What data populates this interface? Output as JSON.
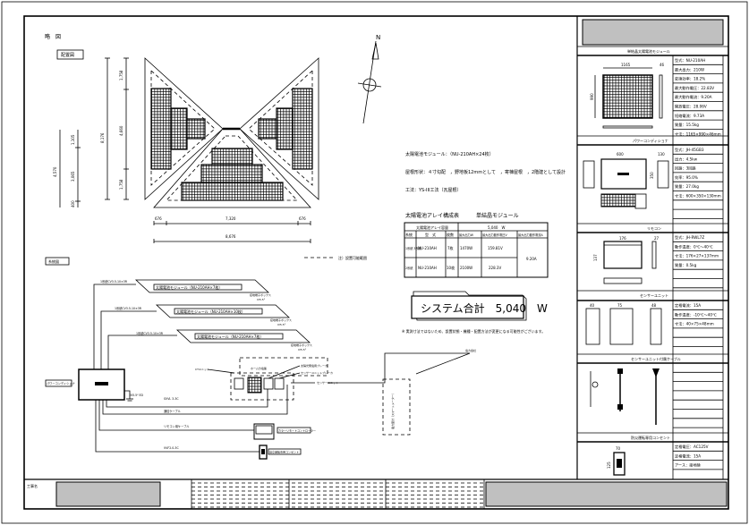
{
  "drawing": {
    "title": "略　図",
    "layout_label": "配置図",
    "wiring_label": "系統図",
    "north": "N",
    "dims": {
      "total_height": "8,176",
      "top": "1,758",
      "middle": "4,660",
      "bottom": "1,758",
      "left_total": "4,570",
      "left_top": "1,105",
      "left_mid": "3,065",
      "left_bottom": "400",
      "eave_left": "676",
      "ridge": "7,320",
      "eave_right": "676",
      "total_width": "8,676"
    },
    "legend_note": "注）設置可能範囲",
    "specs_text": [
      "太陽電池モジュール：（NU-210AH×24枚）",
      "屋根形状：４寸勾配　，野地板12mmとして　，寄棟屋根　，2階建として設計",
      "工法：YS-III工法（瓦屋根）"
    ],
    "table": {
      "title": "太陽電池アレイ構成表",
      "subtitle": "単結晶モジュール",
      "capacity_label": "太陽電池アレイ容量",
      "capacity_value": "5,040　W",
      "headers": [
        "系統",
        "型　式",
        "枚数",
        "最大出力W",
        "最大出力動作電圧V",
        "最大出力動作電流A"
      ],
      "rows": [
        {
          "system": "1系統 3系統",
          "model": "NU-210AH",
          "count": "7枚",
          "power": "1470W",
          "voltage": "159.81V"
        },
        {
          "system": "2系統",
          "model": "NU-210AH",
          "count": "10枚",
          "power": "2100W",
          "voltage": "228.3V"
        }
      ],
      "current": "9.20A"
    },
    "system_total": "システム合計　5,040　W",
    "footnote": "※ 実測寸法ではないため、設置状態・機種・配置方法が変更になる可能性がございます。",
    "wiring": {
      "pcs_label": "パワーコンディショナ",
      "strings": [
        {
          "cable": "1系統CV3.5-10×3R",
          "module": "太陽電池モジュール（NU-210AH×7枚）",
          "ground": "接地端子ボックス",
          "gcable": "IV5.5²"
        },
        {
          "cable": "1系統CV3.5-10×3R",
          "module": "太陽電池モジュール（NU-210AH×10枚）",
          "ground": "接地端子ボックス",
          "gcable": "IV5.5²"
        },
        {
          "cable": "1系統CV3.5-10×3R",
          "module": "太陽電池モジュール（NU-210AH×7枚）",
          "ground": "接地端子ボックス",
          "gcable": "IV5.5²"
        }
      ],
      "pcs_ground": "IV5.5² ED",
      "cable_dc": "SVVL 3-3C",
      "cable_signal": "通信ケーブル",
      "cable_remote": "リモコン用ケーブル",
      "cable_outlet": "VVF2.0-3C",
      "ct_unit": "CTユニット",
      "panel_label": "ホーム分電盤",
      "breaker_label": "太陽光発電用ブレーカ",
      "sensor_breaker": "センサーユニットブレーカ",
      "sensor_unit": "センサーユニット",
      "remote_label": "カラーリモートコントローラー",
      "outlet_label": "自立運転専用コンセント",
      "meter_label": "電力量計（スマートメーター）",
      "grid_label": "電力会社"
    }
  },
  "sidebar": {
    "sections": [
      {
        "title": "単結晶太陽電池モジュール",
        "dims": [
          "1165",
          "990",
          "46"
        ],
        "specs": [
          "型式：NU-210AH",
          "最大出力：210W",
          "変換効率：18.2%",
          "最大動作電圧：22.83V",
          "最大動作電流：9.20A",
          "開放電圧：28.06V",
          "短絡電流：9.73A",
          "質量：15.5kg",
          "寸法：1165×990×46mm"
        ]
      },
      {
        "title": "パワーコンディショナ",
        "dims": [
          "600",
          "130",
          "350"
        ],
        "specs": [
          "型式：JH-45GB3",
          "出力：4.5kw",
          "回路：3回路",
          "効率：95.0%",
          "質量：27.0kg",
          "寸法：600×350×130mm"
        ]
      },
      {
        "title": "リモコン",
        "dims": [
          "176",
          "27",
          "137"
        ],
        "specs": [
          "型式：JH-RWL7Z",
          "動作温度：0℃～40℃",
          "寸法：176×27×137mm",
          "質量：0.5kg"
        ]
      },
      {
        "title": "センサーユニット",
        "dims": [
          "40",
          "75",
          "48"
        ],
        "specs": [
          "定格電流：15A",
          "動作温度：-10℃～40℃",
          "寸法：40×75×48mm"
        ]
      },
      {
        "title": "センサーユニット付属ケーブル",
        "specs": []
      },
      {
        "title": "防災運転専用コンセント",
        "dims": [
          "70",
          "125"
        ],
        "specs": [
          "定格電圧：AC125V",
          "定格電流：15A",
          "アース：接地極"
        ]
      }
    ]
  },
  "titleblock": {
    "label": "工事名"
  }
}
